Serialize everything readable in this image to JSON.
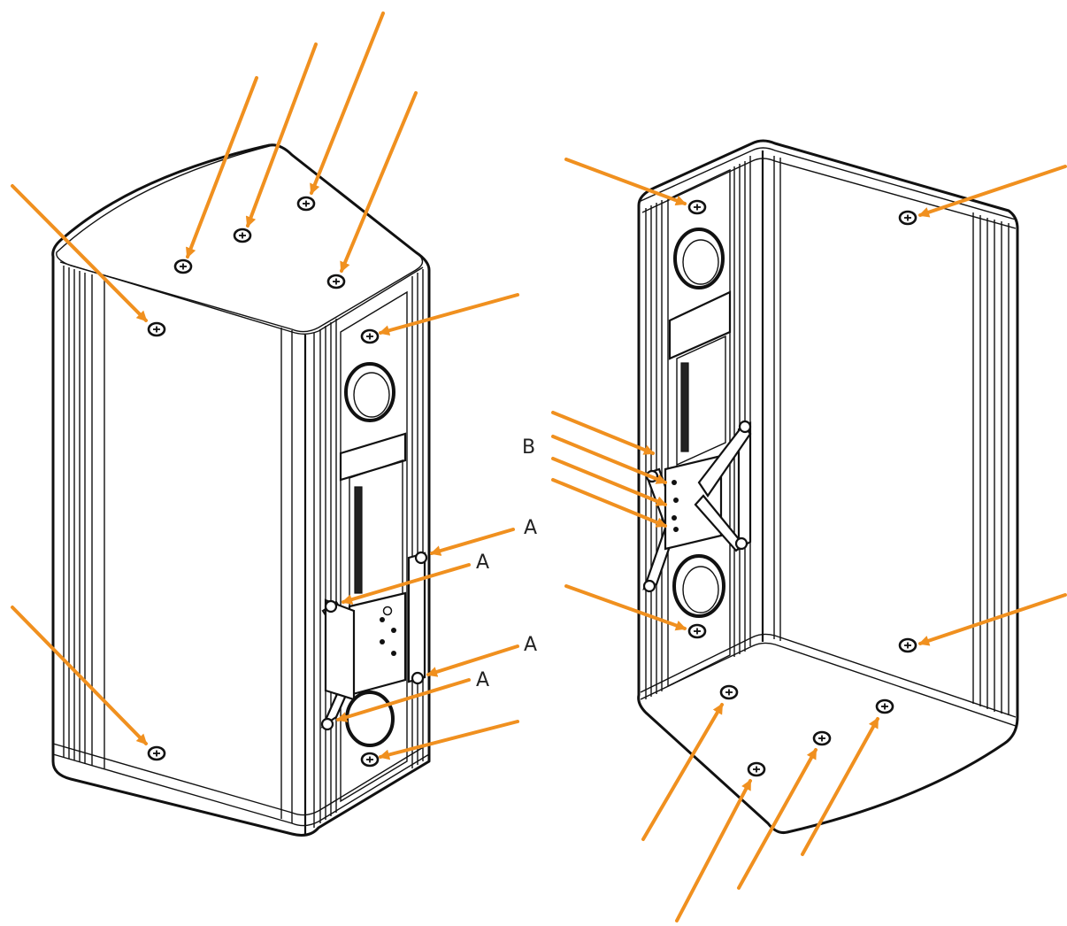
{
  "labels": {
    "a1": "A",
    "a2": "A",
    "a3": "A",
    "a4": "A",
    "b": "B"
  },
  "colors": {
    "arrow": "#F0901F",
    "line": "#111111",
    "background": "#ffffff"
  },
  "icons": [
    "screw-icon",
    "arrow-icon",
    "bass-port",
    "mounting-bracket"
  ]
}
